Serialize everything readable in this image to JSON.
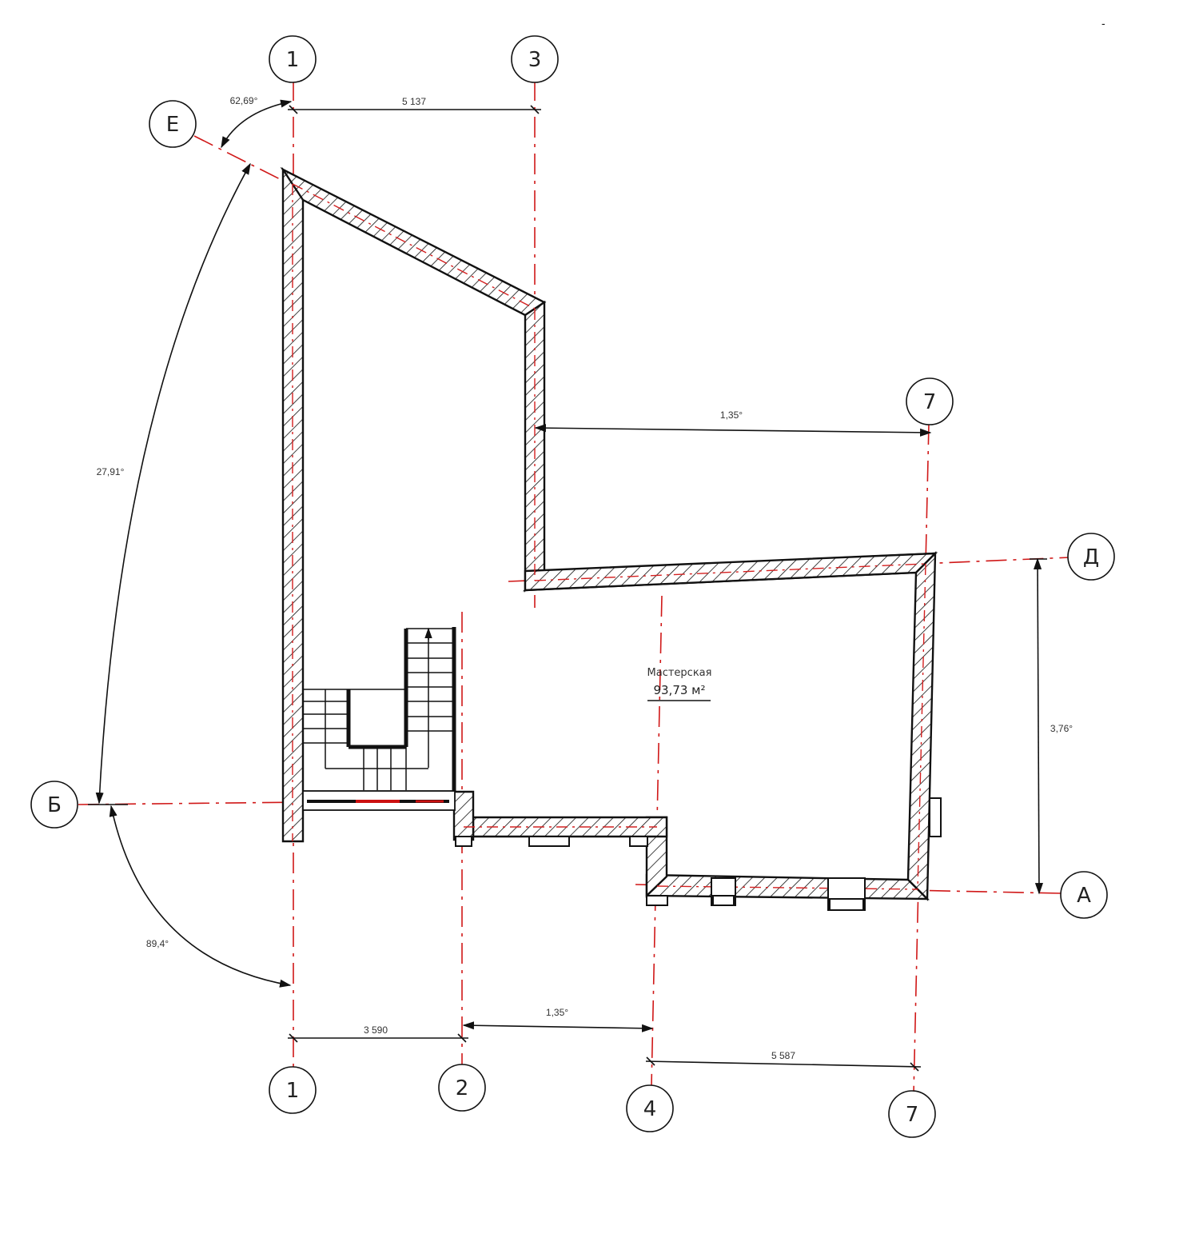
{
  "drawing": {
    "type": "floor-plan",
    "corner_mark": "-"
  },
  "axes": {
    "vertical": [
      {
        "id": "top-1",
        "label": "1"
      },
      {
        "id": "top-3",
        "label": "3"
      },
      {
        "id": "right-7-upper",
        "label": "7"
      },
      {
        "id": "bottom-1",
        "label": "1"
      },
      {
        "id": "bottom-2",
        "label": "2"
      },
      {
        "id": "bottom-4",
        "label": "4"
      },
      {
        "id": "bottom-7",
        "label": "7"
      }
    ],
    "horizontal": [
      {
        "id": "E",
        "label": "Е"
      },
      {
        "id": "B",
        "label": "Б"
      },
      {
        "id": "D",
        "label": "Д"
      },
      {
        "id": "A",
        "label": "А"
      }
    ]
  },
  "dimensions": {
    "top_1_3": "5 137",
    "angle_E_1": "62,69°",
    "angle_E_B": "27,91°",
    "angle_B_1": "89,4°",
    "wall3_to_7": "1,35°",
    "D_to_A": "3,76°",
    "bottom_1_2": "3 590",
    "bottom_2_4": "1,35°",
    "bottom_4_7": "5 587"
  },
  "room": {
    "name": "Мастерская",
    "area": "93,73 м²"
  },
  "colors": {
    "axis": "#d01818",
    "wall_outline": "#111111",
    "hatch": "#111111",
    "background": "#ffffff"
  }
}
